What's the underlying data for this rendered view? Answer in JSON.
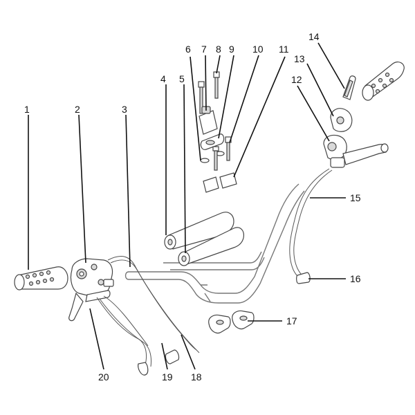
{
  "diagram": {
    "callouts": [
      "1",
      "2",
      "3",
      "4",
      "5",
      "6",
      "7",
      "8",
      "9",
      "10",
      "11",
      "12",
      "13",
      "14",
      "15",
      "16",
      "17",
      "18",
      "19",
      "20"
    ]
  },
  "colors": {
    "line": "#444444",
    "leader": "#111111",
    "shade": "#d9d9d9"
  }
}
